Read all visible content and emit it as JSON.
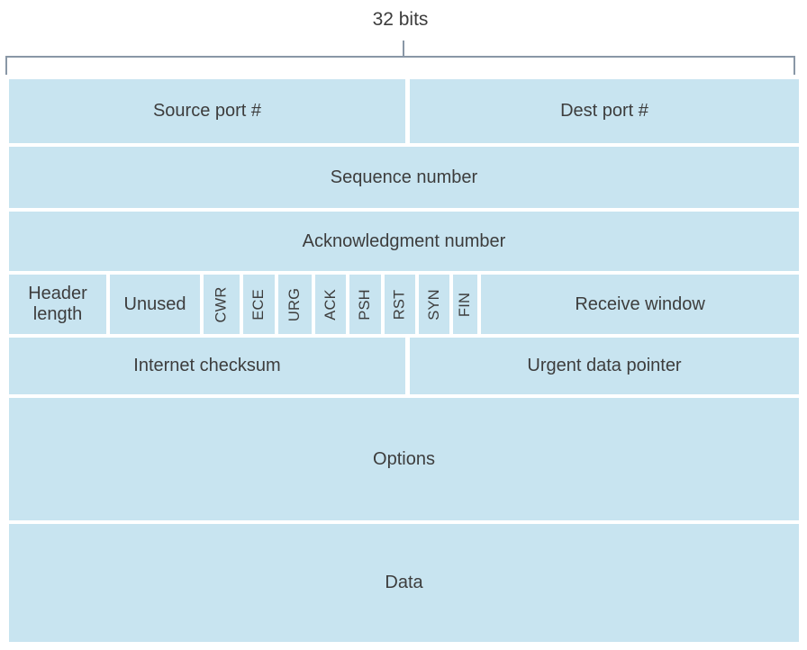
{
  "header": {
    "label": "32 bits"
  },
  "fields": {
    "source_port": "Source port #",
    "dest_port": "Dest port #",
    "sequence_number": "Sequence number",
    "ack_number": "Acknowledgment number",
    "header_length": "Header length",
    "unused": "Unused",
    "receive_window": "Receive window",
    "internet_checksum": "Internet checksum",
    "urgent_data_pointer": "Urgent data pointer",
    "options": "Options",
    "data": "Data"
  },
  "flags": [
    "CWR",
    "ECE",
    "URG",
    "ACK",
    "PSH",
    "RST",
    "SYN",
    "FIN"
  ],
  "colors": {
    "cell_bg": "#c8e4f0",
    "text": "#3d3d3d",
    "bracket_line": "#8997a6",
    "page_bg": "#ffffff"
  }
}
